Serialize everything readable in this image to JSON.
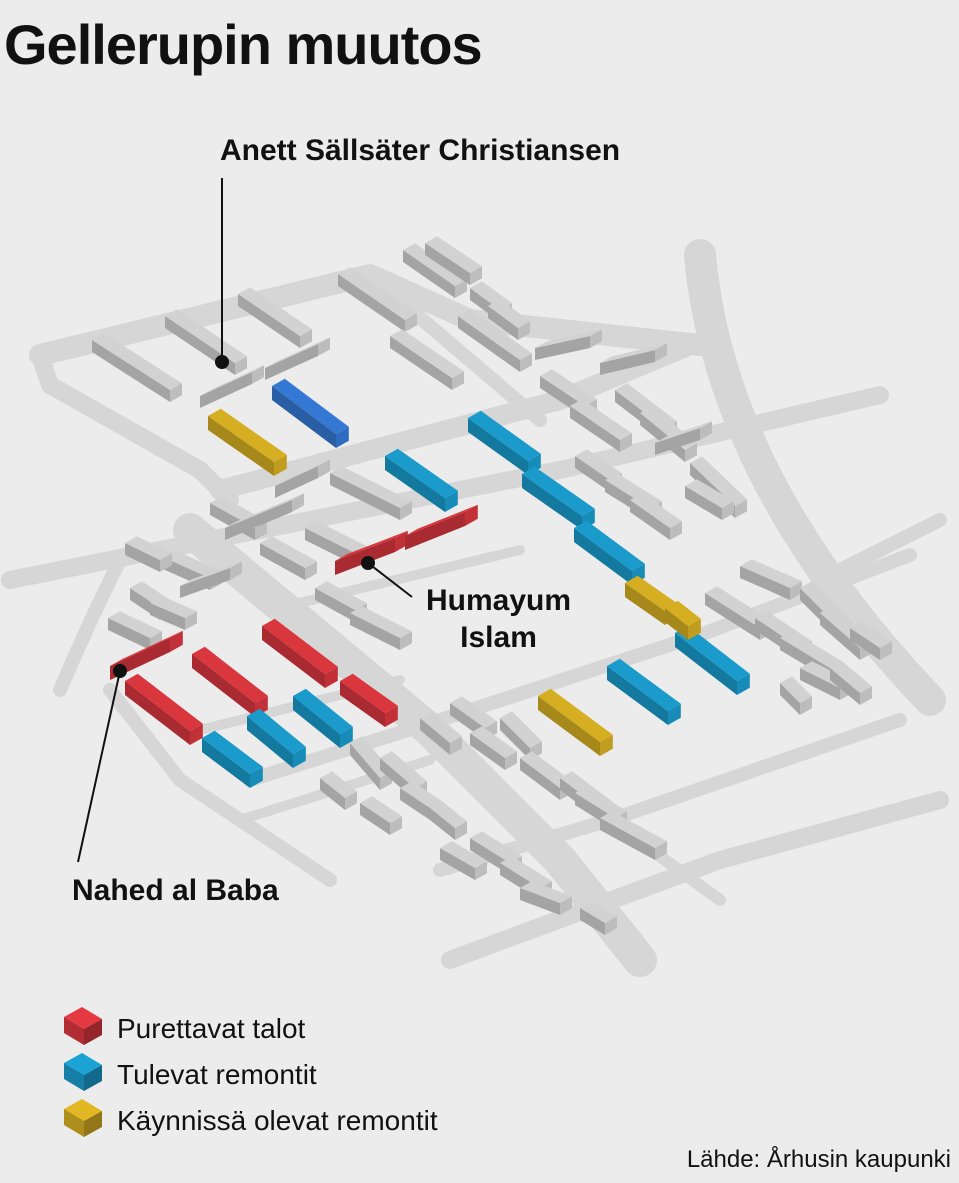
{
  "title": "Gellerupin muutos",
  "callouts": {
    "anett": "Anett  Sällsäter Christiansen",
    "humayum_line1": "Humayum",
    "humayum_line2": "Islam",
    "nahed": "Nahed al Baba"
  },
  "legend": [
    {
      "label": "Purettavat talot",
      "color": "#d9363e"
    },
    {
      "label": "Tulevat remontit",
      "color": "#1a9bcc"
    },
    {
      "label": "Käynnissä olevat remontit",
      "color": "#d6ae22"
    }
  ],
  "source": "Lähde: Århusin kaupunki",
  "colors": {
    "background": "#ececec",
    "road": "#d6d6d6",
    "building_gray": "#d2d2d2",
    "demolish_red": "#d9363e",
    "upcoming_blue": "#1a9bcc",
    "ongoing_yellow": "#d6ae22",
    "highlight_blue": "#3478d4"
  }
}
